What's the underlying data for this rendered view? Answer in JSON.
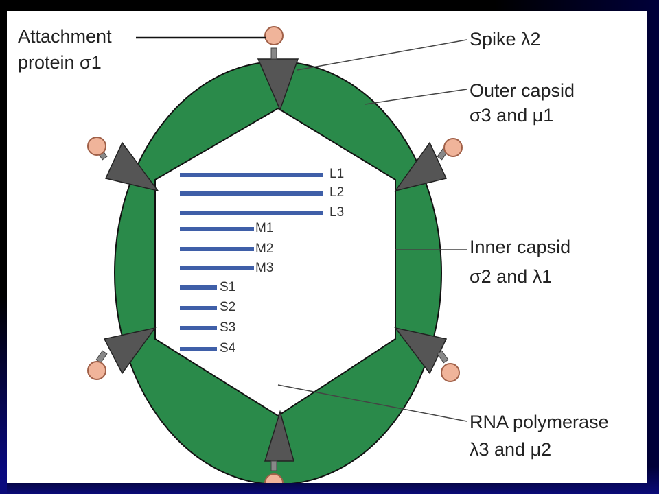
{
  "labels": {
    "attachment_line1": "Attachment",
    "attachment_line2": "protein σ1",
    "spike": "Spike λ2",
    "outer_line1": "Outer capsid",
    "outer_line2": "σ3 and μ1",
    "inner_line1": "Inner capsid",
    "inner_line2": "σ2 and λ1",
    "polymerase_line1": "RNA polymerase",
    "polymerase_line2": "λ3 and μ2"
  },
  "segments": [
    {
      "label": "L1",
      "size": "large"
    },
    {
      "label": "L2",
      "size": "large"
    },
    {
      "label": "L3",
      "size": "large"
    },
    {
      "label": "M1",
      "size": "medium"
    },
    {
      "label": "M2",
      "size": "medium"
    },
    {
      "label": "M3",
      "size": "medium"
    },
    {
      "label": "S1",
      "size": "small"
    },
    {
      "label": "S2",
      "size": "small"
    },
    {
      "label": "S3",
      "size": "small"
    },
    {
      "label": "S4",
      "size": "small"
    }
  ],
  "colors": {
    "capsid_green": "#2a8a4a",
    "spike_gray": "#555555",
    "knob_fill": "#f0b49a",
    "knob_stroke": "#a06048",
    "rna_blue": "#3f5fa8",
    "background_dark": "#000000",
    "panel_white": "#ffffff"
  }
}
